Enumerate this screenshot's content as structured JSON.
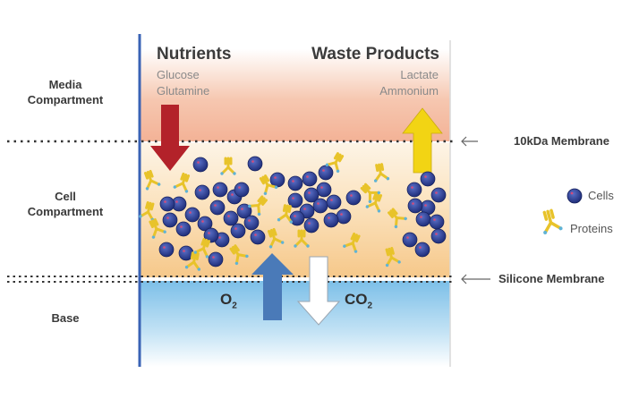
{
  "side_labels": {
    "media": "Media\nCompartment",
    "cell": "Cell\nCompartment",
    "base": "Base"
  },
  "membranes": {
    "top": "10kDa Membrane",
    "bottom": "Silicone Membrane"
  },
  "nutrients": {
    "title": "Nutrients",
    "items": [
      "Glucose",
      "Glutamine"
    ]
  },
  "waste": {
    "title": "Waste Products",
    "items": [
      "Lactate",
      "Ammonium"
    ]
  },
  "gases": {
    "o2_main": "O",
    "o2_sub": "2",
    "co2_main": "CO",
    "co2_sub": "2"
  },
  "legend": {
    "cells": "Cells",
    "proteins": "Proteins"
  },
  "colors": {
    "nutrient_arrow": "#b3222a",
    "waste_arrow": "#f2d414",
    "o2_arrow": "#4a7ab8",
    "co2_arrow": "#ffffff",
    "cell": "#2a3c8f",
    "protein": "#e8c32a",
    "base_blue": "#a8d4ef",
    "media_peach": "#f3b79c",
    "cell_zone": "#f6cf96"
  }
}
